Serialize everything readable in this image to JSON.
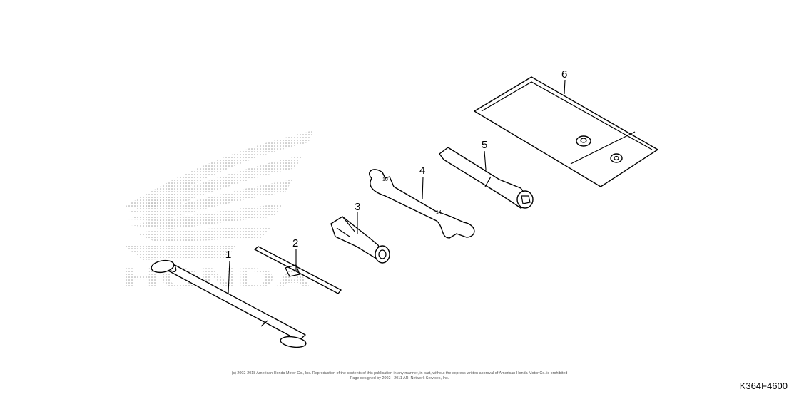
{
  "callouts": [
    "1",
    "2",
    "3",
    "4",
    "5",
    "6"
  ],
  "watermark": {
    "text": "HONDA"
  },
  "wrench_marks": {
    "size_a": "10",
    "size_b": "14"
  },
  "copyright": {
    "line1": "(c) 2002-2018 American Honda Motor Co., Inc. Reproduction of the contents of this publication in any manner, in part, without the express written approval of American Honda Motor Co. is prohibited",
    "line2": "Page designed by 2002 - 2011 ARI Network Services, Inc."
  },
  "figure_code": "K364F4600",
  "colors": {
    "ink": "#000000",
    "watermark": "#9a9a9a"
  }
}
